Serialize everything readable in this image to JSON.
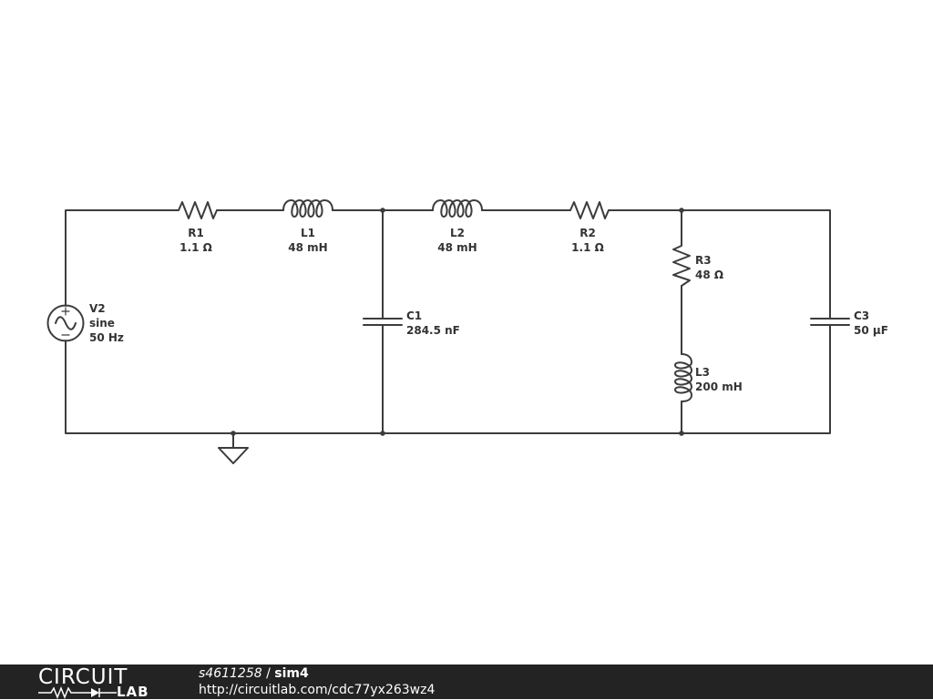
{
  "schematic": {
    "components": [
      {
        "ref": "V2",
        "line2": "sine",
        "line3": "50 Hz"
      },
      {
        "ref": "R1",
        "value": "1.1 Ω"
      },
      {
        "ref": "L1",
        "value": "48 mH"
      },
      {
        "ref": "L2",
        "value": "48 mH"
      },
      {
        "ref": "R2",
        "value": "1.1 Ω"
      },
      {
        "ref": "R3",
        "value": "48 Ω"
      },
      {
        "ref": "L3",
        "value": "200 mH"
      },
      {
        "ref": "C1",
        "value": "284.5 nF"
      },
      {
        "ref": "C3",
        "value": "50 µF"
      }
    ]
  },
  "footer": {
    "logo_circuit": "CIRCUIT",
    "logo_lab": "LAB",
    "user": "s4611258",
    "separator": " / ",
    "title": "sim4",
    "url": "http://circuitlab.com/cdc77yx263wz4"
  }
}
